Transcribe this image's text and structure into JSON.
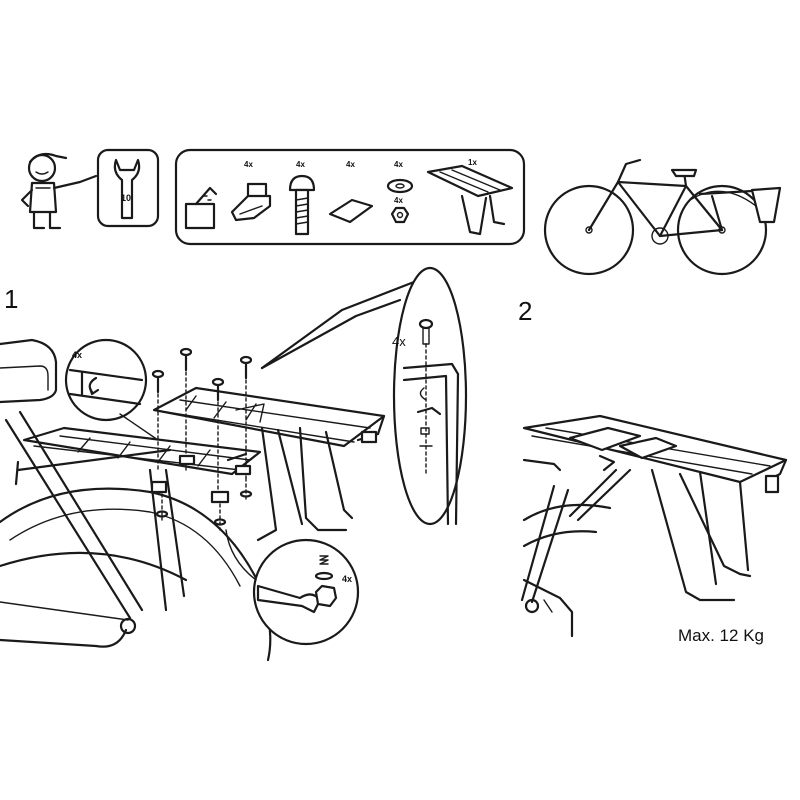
{
  "tools": {
    "wrench_size": "10"
  },
  "parts": [
    {
      "qty": "4x",
      "icon": "bracket-clamp"
    },
    {
      "qty": "4x",
      "icon": "bolt"
    },
    {
      "qty": "4x",
      "icon": "pad"
    },
    {
      "qty": "4x",
      "icon": "washer"
    },
    {
      "qty": "4x",
      "icon": "nut"
    },
    {
      "qty": "1x",
      "icon": "luggage-rack"
    }
  ],
  "steps": [
    {
      "number": "1",
      "callouts": [
        "4x",
        "4x",
        "4x"
      ]
    },
    {
      "number": "2"
    }
  ],
  "max_load": "Max. 12 Kg"
}
